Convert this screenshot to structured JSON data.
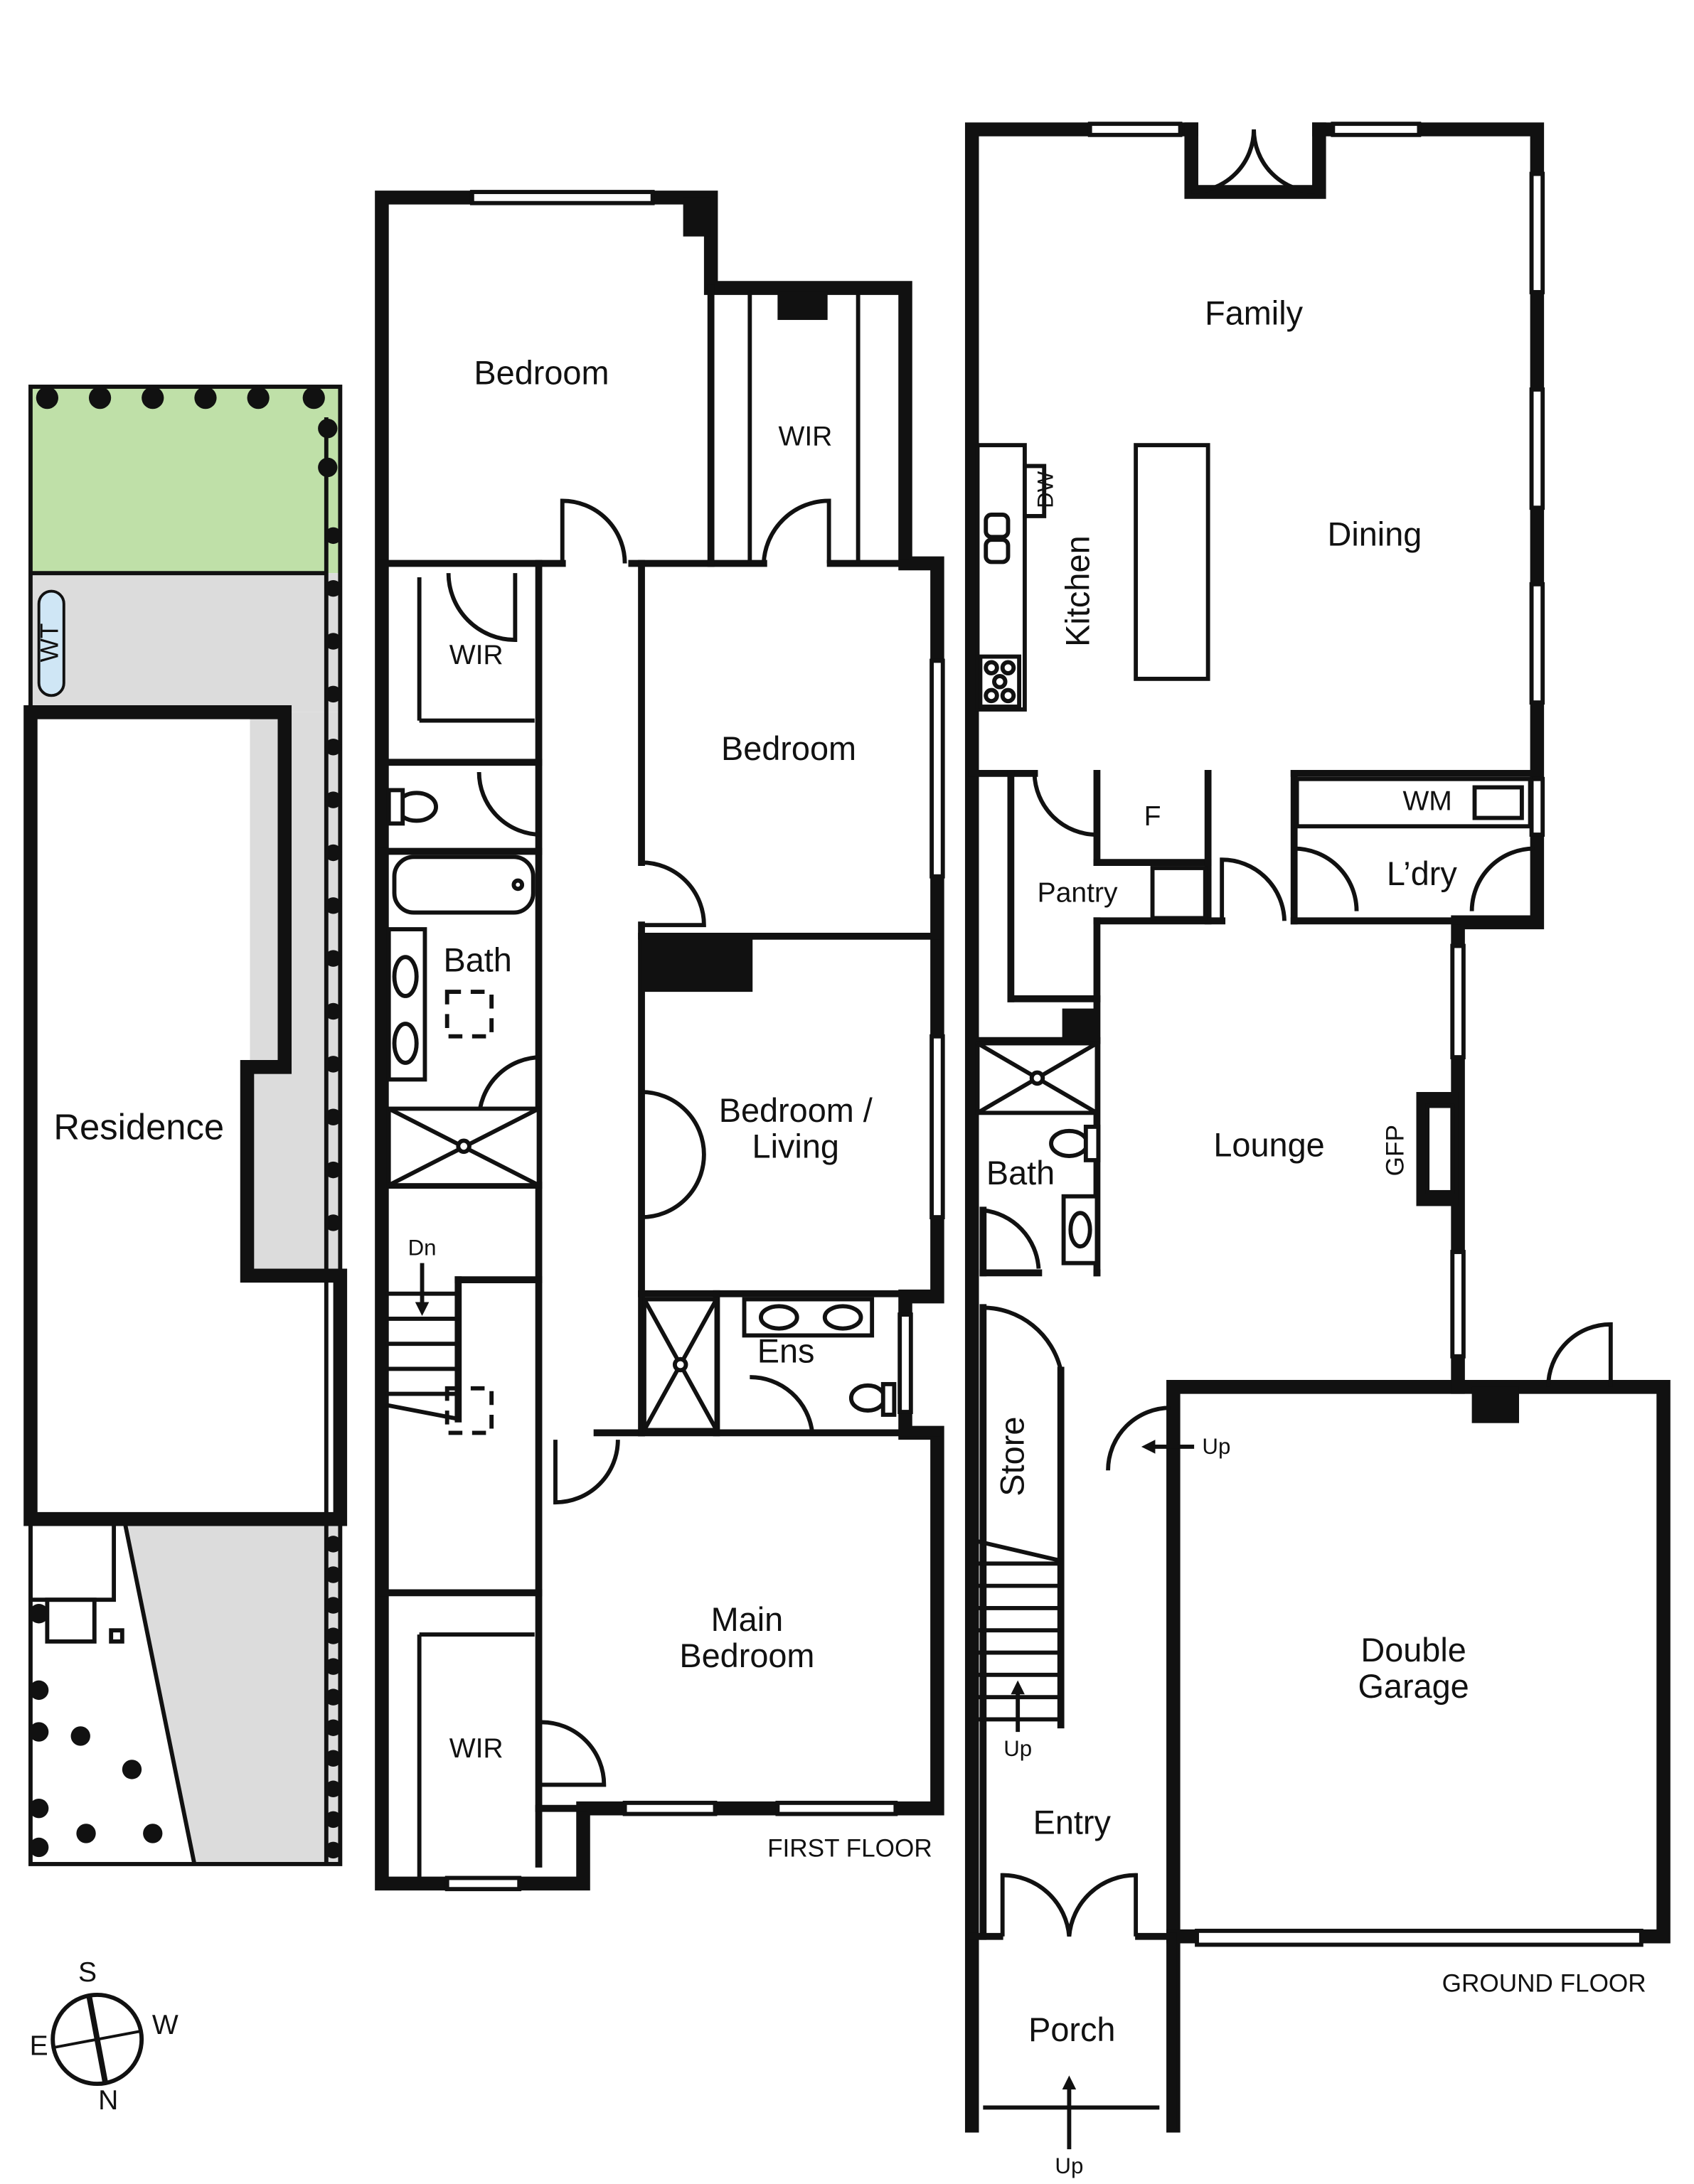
{
  "site": {
    "residence": "Residence",
    "water_tank": "WT"
  },
  "first_floor": {
    "label": "FIRST FLOOR",
    "rooms": {
      "bedroom_rear": "Bedroom",
      "wir_rear": "WIR",
      "wir_left": "WIR",
      "bedroom_mid": "Bedroom",
      "bath": "Bath",
      "bedroom_living_line1": "Bedroom /",
      "bedroom_living_line2": "Living",
      "ens": "Ens",
      "main_bedroom_line1": "Main",
      "main_bedroom_line2": "Bedroom",
      "wir_front": "WIR"
    },
    "stair_label": "Dn"
  },
  "ground_floor": {
    "label": "GROUND FLOOR",
    "rooms": {
      "family": "Family",
      "dining": "Dining",
      "kitchen": "Kitchen",
      "dishwasher": "DW",
      "fridge": "F",
      "washing_machine": "WM",
      "laundry": "L’dry",
      "pantry": "Pantry",
      "bath": "Bath",
      "lounge": "Lounge",
      "gas_fireplace": "GFP",
      "store": "Store",
      "entry": "Entry",
      "porch": "Porch",
      "garage_line1": "Double",
      "garage_line2": "Garage"
    },
    "stair_label": "Up",
    "garage_up": "Up",
    "porch_up": "Up"
  },
  "compass": {
    "north": "N",
    "south": "S",
    "east": "E",
    "west": "W"
  },
  "colors": {
    "garden": "#bfe0a8",
    "paving": "#dcdcdc",
    "line": "#111111"
  }
}
